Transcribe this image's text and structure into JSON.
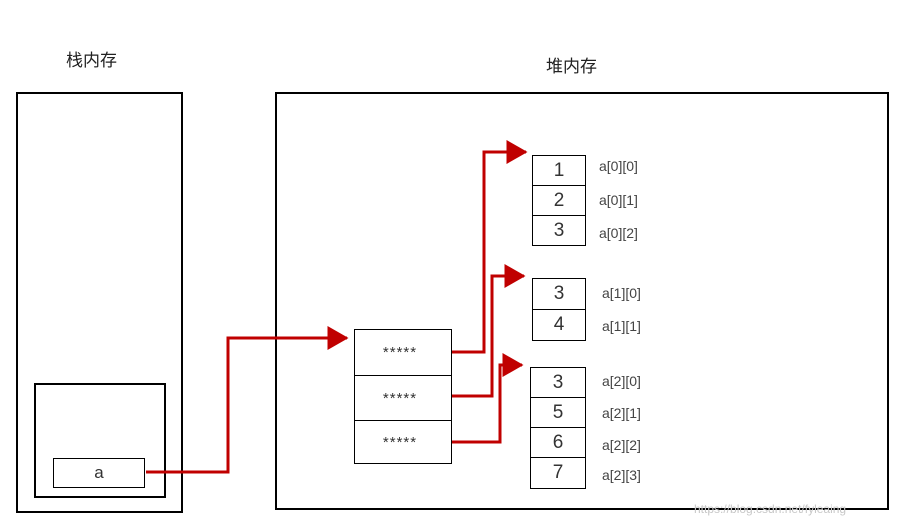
{
  "stack": {
    "title": "栈内存",
    "var_label": "a"
  },
  "heap": {
    "title": "堆内存",
    "pointer_cells": [
      "*****",
      "*****",
      "*****"
    ],
    "rows": [
      {
        "cells": [
          "1",
          "2",
          "3"
        ],
        "labels": [
          "a[0][0]",
          "a[0][1]",
          "a[0][2]"
        ]
      },
      {
        "cells": [
          "3",
          "4"
        ],
        "labels": [
          "a[1][0]",
          "a[1][1]"
        ]
      },
      {
        "cells": [
          "3",
          "5",
          "6",
          "7"
        ],
        "labels": [
          "a[2][0]",
          "a[2][1]",
          "a[2][2]",
          "a[2][3]"
        ]
      }
    ]
  },
  "watermark": "https://blog.csdn.net/fyleaing",
  "colors": {
    "arrow": "#c00000",
    "border": "#000000"
  }
}
